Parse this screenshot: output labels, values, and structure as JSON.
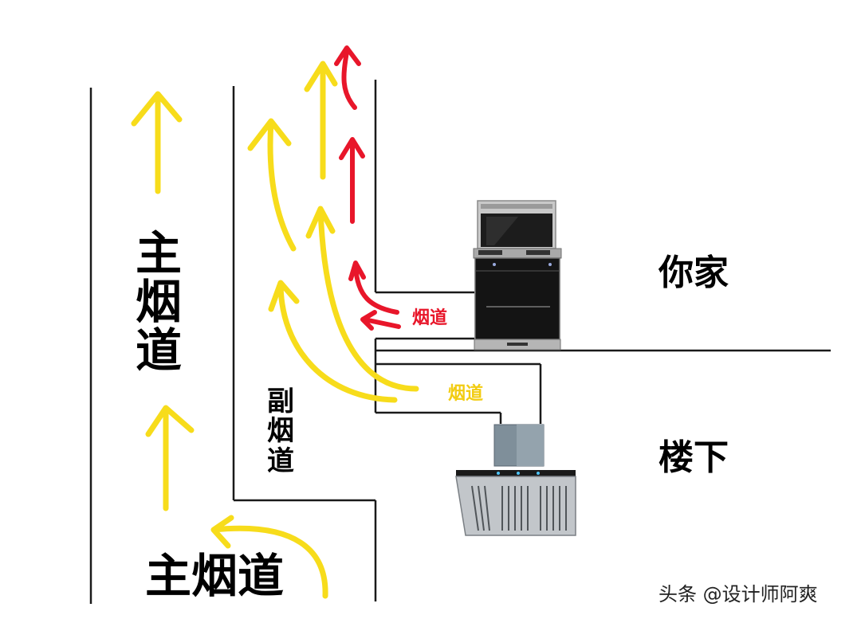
{
  "labels": {
    "main_flue_vertical": [
      "主",
      "烟",
      "道"
    ],
    "sub_flue_vertical": [
      "副",
      "烟",
      "道"
    ],
    "main_flue_horizontal": "主烟道",
    "your_home": "你家",
    "downstairs": "楼下",
    "flue_red": "烟道",
    "flue_yellow": "烟道",
    "watermark": "头条 @设计师阿爽"
  },
  "colors": {
    "yellow_arrow": "#f7dc1b",
    "red_arrow": "#e8162a",
    "wall_line": "#1a1a1a"
  },
  "icons": {
    "stove": "integrated-stove-icon",
    "range_hood": "range-hood-icon"
  }
}
